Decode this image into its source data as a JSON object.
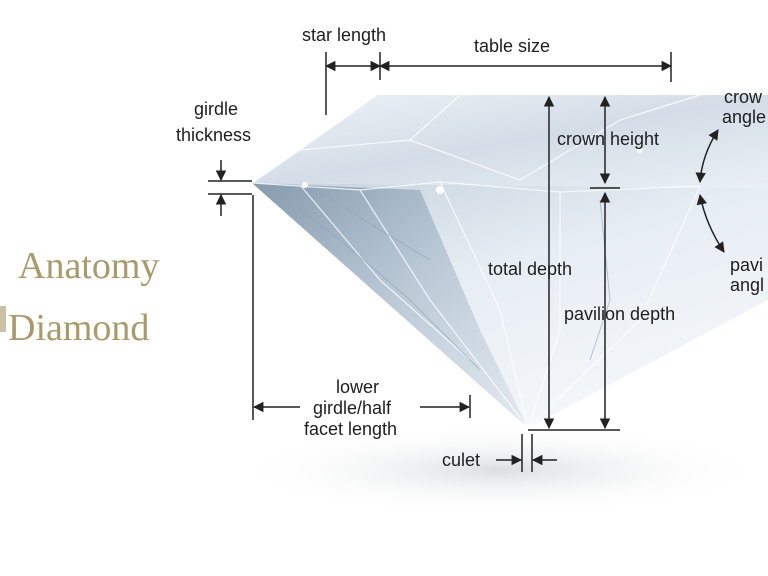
{
  "title": {
    "line1": "Anatomy",
    "line2": "Diamond"
  },
  "labels": {
    "star_length": "star length",
    "table_size": "table size",
    "girdle_line1": "girdle",
    "girdle_line2": "thickness",
    "crown_height": "crown height",
    "crown_angle_line1": "crow",
    "crown_angle_line2": "angle",
    "total_depth": "total depth",
    "pavilion_depth": "pavilion depth",
    "pavilion_angle_line1": "pavi",
    "pavilion_angle_line2": "angl",
    "lower_girdle_line1": "lower",
    "lower_girdle_line2": "girdle/half",
    "lower_girdle_line3": "facet length",
    "culet": "culet"
  },
  "colors": {
    "title_gold": "#a89a6b",
    "label_text": "#1e1e1e",
    "arrow_line": "#222222"
  }
}
